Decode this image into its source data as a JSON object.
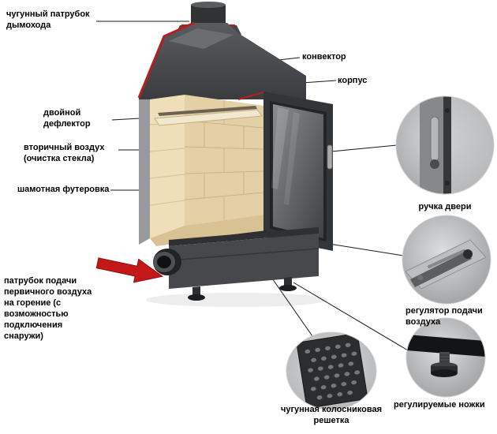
{
  "callouts": {
    "chimney_pipe": "чугунный патрубок дымохода",
    "convector": "конвектор",
    "body": "корпус",
    "double_deflector": "двойной дефлектор",
    "secondary_air": "вторичный воздух (очистка стекла)",
    "chamotte_lining": "шамотная футеровка",
    "primary_air": "патрубок подачи первичного воздуха на горение (с возможностью подключения снаружи)",
    "door_handle": "ручка двери",
    "air_regulator": "регулятор подачи воздуха",
    "adjustable_legs": "регулируемые ножки",
    "grate": "чугунная колосниковая решетка"
  },
  "colors": {
    "accent-red": "#c41818",
    "cut-red": "#b51f1f",
    "leader-line": "#1a1a1a",
    "label-text": "#000000",
    "chamotte": "#e3d0a4",
    "metal-dark": "#3f4144",
    "metal-mid": "#6a6c6f",
    "metal-light": "#9b9da0"
  }
}
